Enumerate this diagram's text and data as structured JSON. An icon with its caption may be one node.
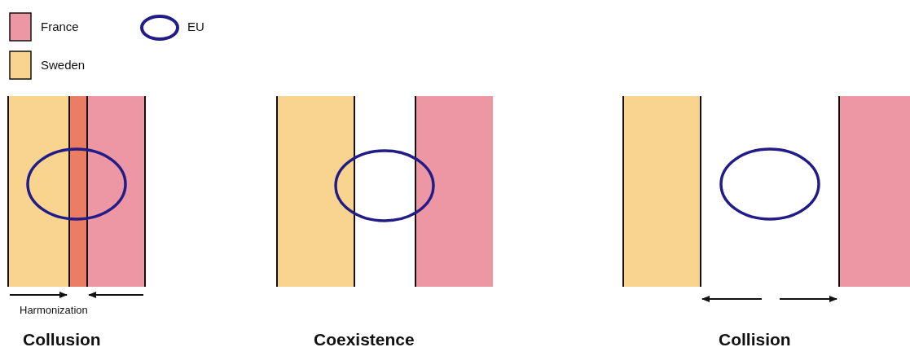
{
  "diagram": {
    "labels": [
      "Harmonization",
      "Collusion",
      "Coexistence",
      "Collision"
    ],
    "legend": [
      {
        "text": "France",
        "color": "#ee97a4"
      },
      {
        "text": "Sweden",
        "color": "#f8d48e"
      },
      {
        "text": "EU"
      }
    ]
  }
}
